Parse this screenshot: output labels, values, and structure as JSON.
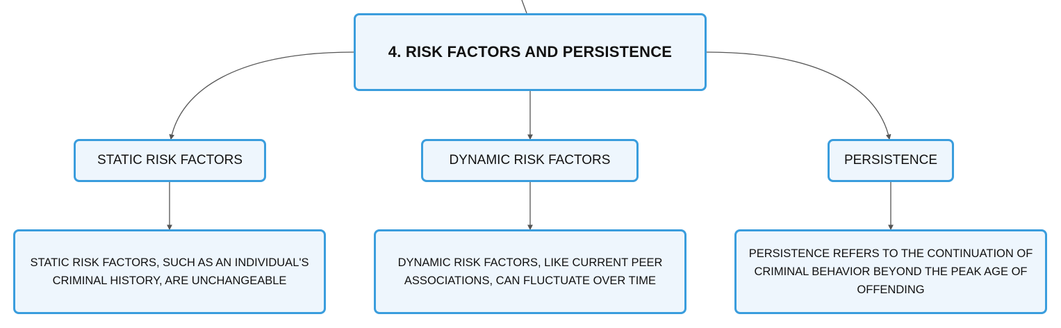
{
  "diagram": {
    "root": {
      "label": "4. RISK FACTORS AND PERSISTENCE"
    },
    "branches": [
      {
        "label": "STATIC RISK FACTORS",
        "detail": "STATIC RISK FACTORS, SUCH AS AN INDIVIDUAL'S CRIMINAL HISTORY, ARE UNCHANGEABLE"
      },
      {
        "label": "DYNAMIC RISK FACTORS",
        "detail": "DYNAMIC RISK FACTORS, LIKE CURRENT PEER ASSOCIATIONS, CAN FLUCTUATE OVER TIME"
      },
      {
        "label": "PERSISTENCE",
        "detail": "PERSISTENCE REFERS TO THE CONTINUATION OF CRIMINAL BEHAVIOR BEYOND THE PEAK AGE OF OFFENDING"
      }
    ]
  },
  "colors": {
    "node_border": "#3a9ddd",
    "node_fill": "#eef6fd",
    "connector": "#555555"
  }
}
